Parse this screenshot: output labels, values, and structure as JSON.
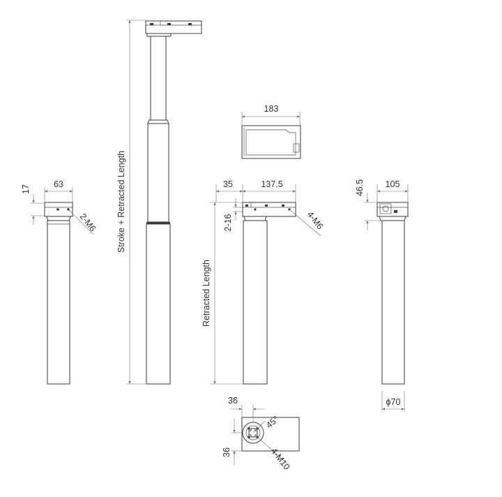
{
  "dimensions": {
    "side_height": "17",
    "side_width": "63",
    "side_thread": "2-M6",
    "stroke_length": "Stroke + Retracted Length",
    "top_width": "183",
    "front_offset": "35",
    "front_span": "137.5",
    "front_adjust": "2-16",
    "front_thread": "4-M6",
    "retracted_length": "Retracted Length",
    "right_height": "46.5",
    "right_width": "105",
    "diameter": "ϕ70",
    "base_offset_x": "36",
    "base_offset_y": "36",
    "angle": "45°",
    "base_thread": "4-M10"
  },
  "colors": {
    "line": "#3a3a3a",
    "dimension": "#6e6e6e",
    "background": "#ffffff"
  }
}
